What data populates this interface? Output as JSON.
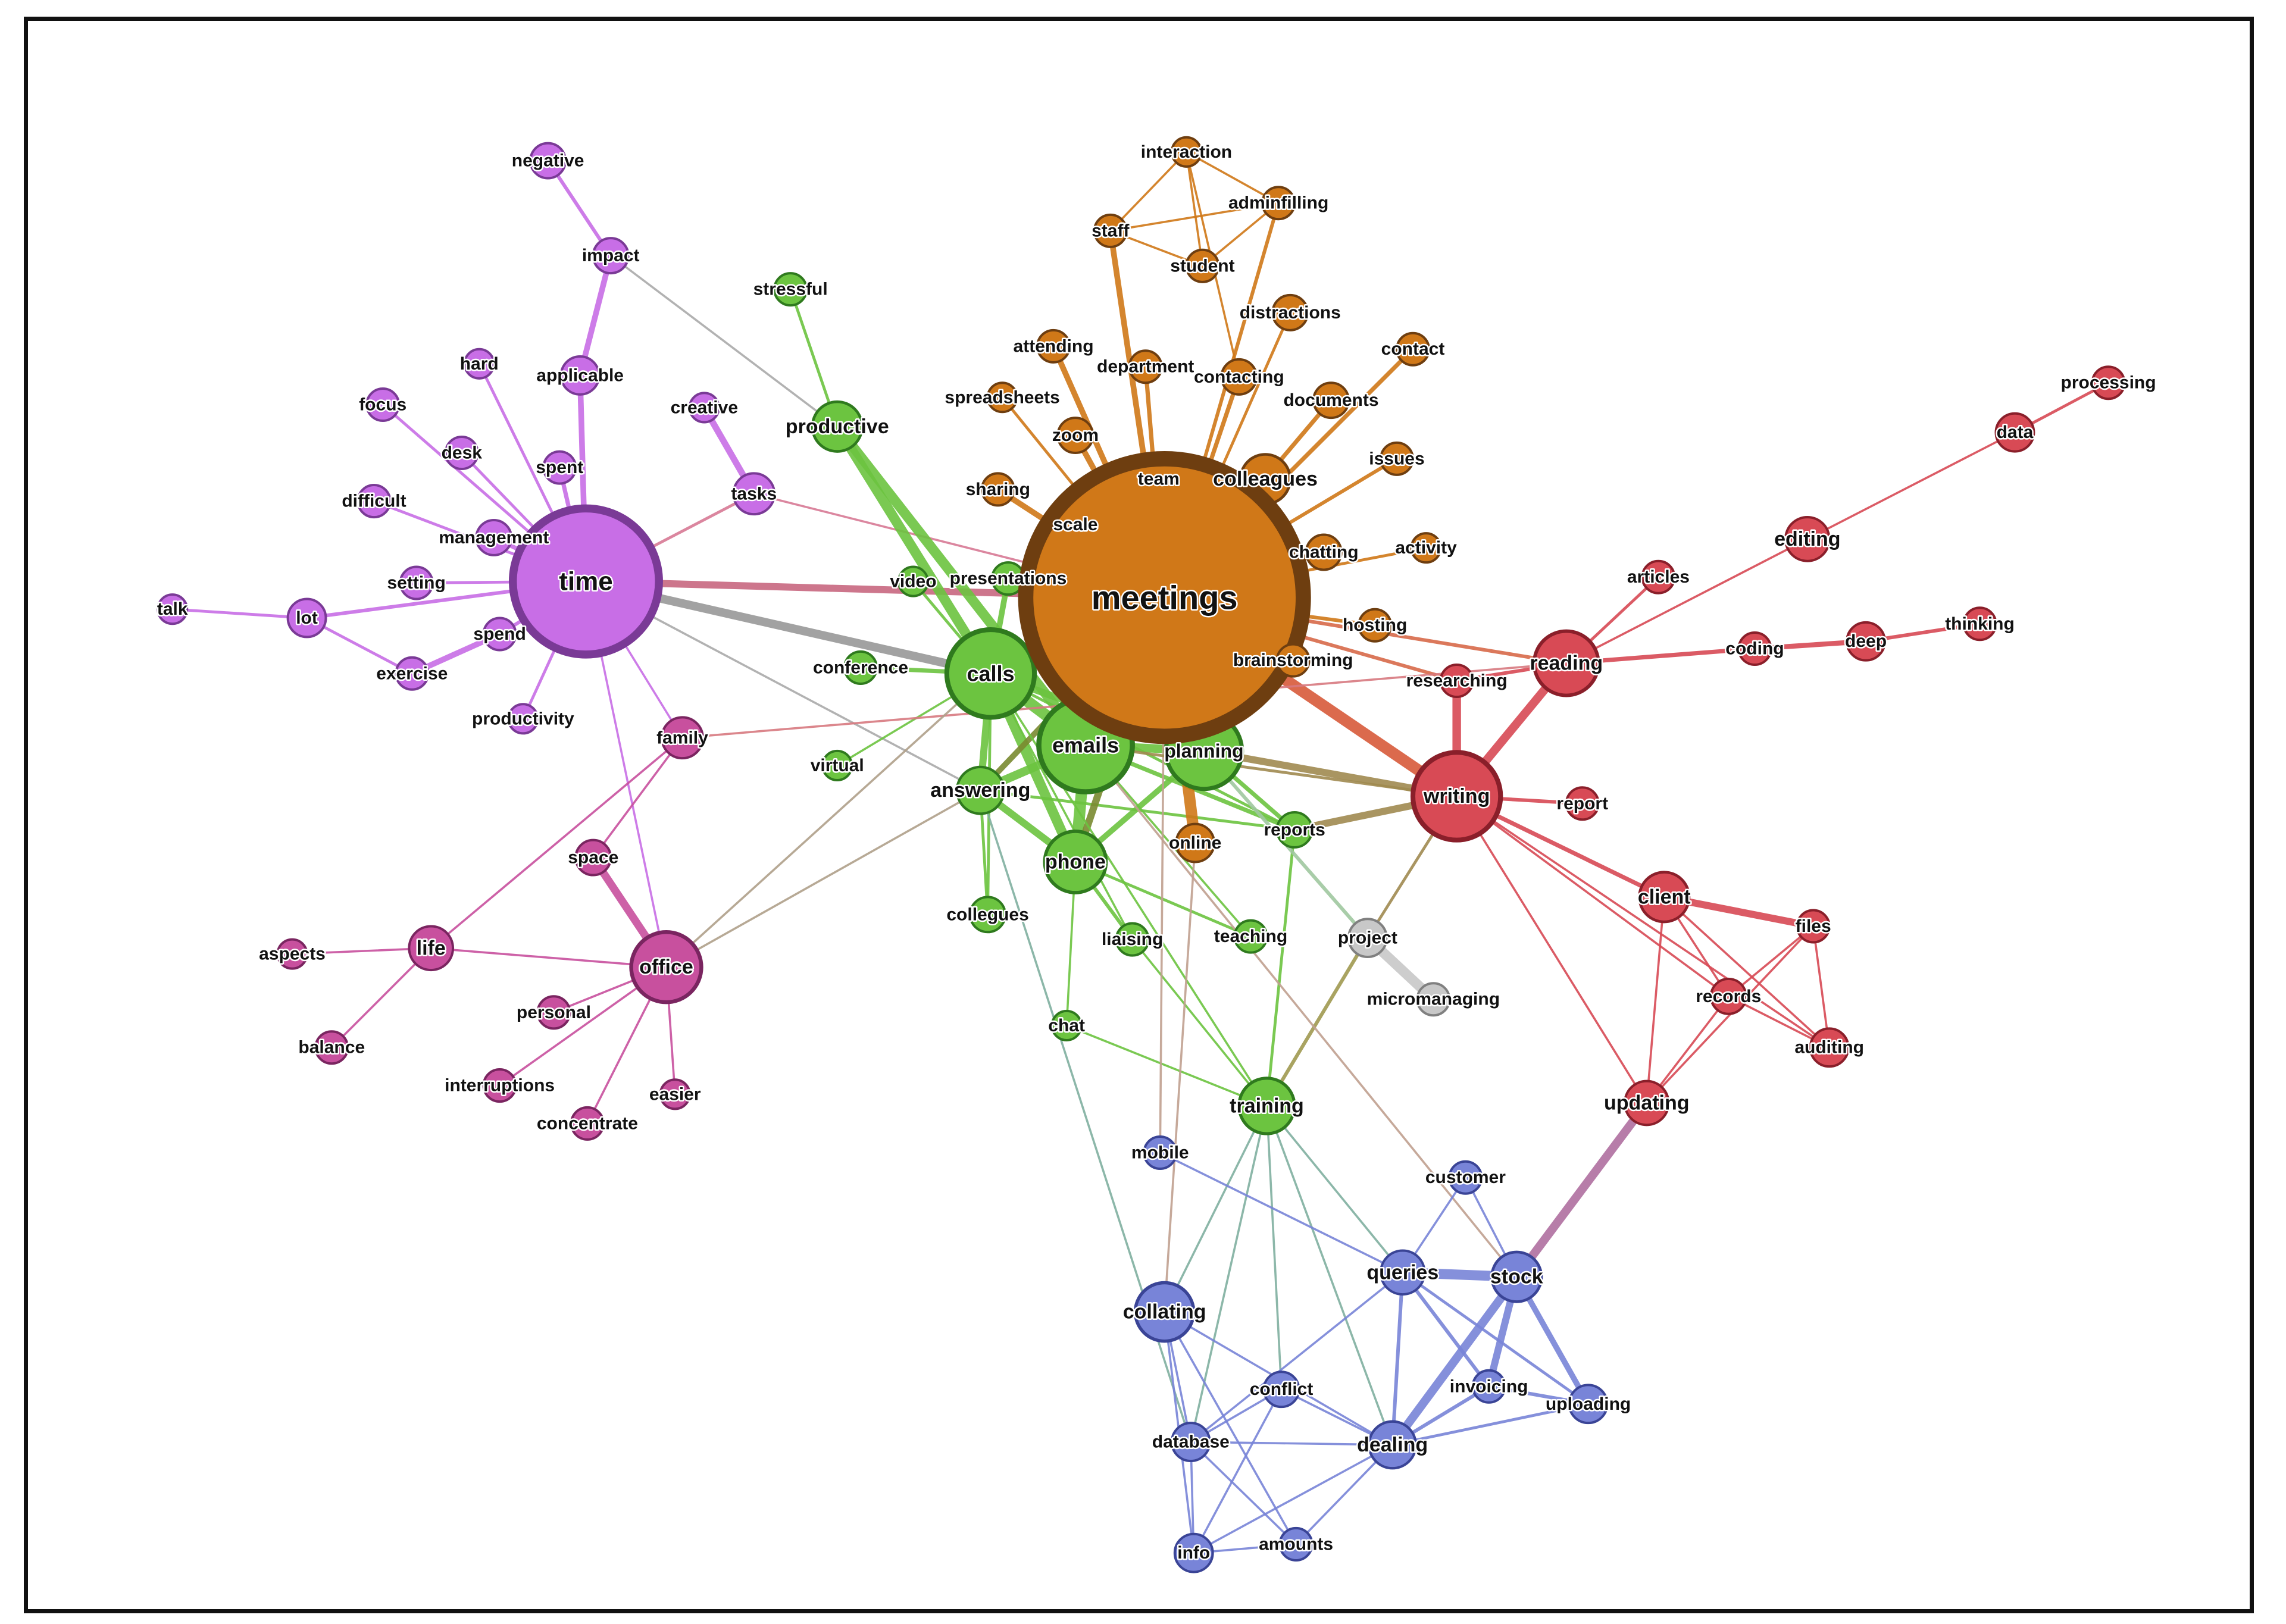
{
  "colors": {
    "purple": "#c86ee6",
    "purple_stroke": "#7a3a96",
    "green": "#6cc440",
    "green_stroke": "#2f7a1e",
    "orange": "#d07818",
    "orange_stroke": "#6e3e10",
    "red": "#d84a55",
    "red_stroke": "#8a1f2a",
    "magenta": "#c8509e",
    "magenta_stroke": "#7a2560",
    "blue": "#7884d8",
    "blue_stroke": "#3a4496",
    "gray": "#c8c8c8",
    "gray_stroke": "#808080"
  },
  "nodes": {
    "negative": "negative",
    "impact": "impact",
    "applicable": "applicable",
    "hard": "hard",
    "focus": "focus",
    "desk": "desk",
    "spent": "spent",
    "difficult": "difficult",
    "management": "management",
    "setting": "setting",
    "talk": "talk",
    "lot": "lot",
    "spend": "spend",
    "exercise": "exercise",
    "productivity": "productivity",
    "time": "time",
    "creative": "creative",
    "tasks": "tasks",
    "stressful": "stressful",
    "productive": "productive",
    "video": "video",
    "presentations": "presentations",
    "conference": "conference",
    "calls": "calls",
    "virtual": "virtual",
    "answering": "answering",
    "emails": "emails",
    "planning": "planning",
    "phone": "phone",
    "reports": "reports",
    "collegues": "collegues",
    "liaising": "liaising",
    "teaching": "teaching",
    "chat": "chat",
    "training": "training",
    "interaction": "interaction",
    "staff": "staff",
    "adminfilling": "adminfilling",
    "student": "student",
    "distractions": "distractions",
    "attending": "attending",
    "department": "department",
    "contacting": "contacting",
    "contact": "contact",
    "spreadsheets": "spreadsheets",
    "documents": "documents",
    "zoom": "zoom",
    "team": "team",
    "colleagues": "colleagues",
    "issues": "issues",
    "sharing": "sharing",
    "scale": "scale",
    "chatting": "chatting",
    "activity": "activity",
    "meetings": "meetings",
    "hosting": "hosting",
    "brainstorming": "brainstorming",
    "online": "online",
    "processing": "processing",
    "data": "data",
    "editing": "editing",
    "articles": "articles",
    "coding": "coding",
    "deep": "deep",
    "thinking": "thinking",
    "reading": "reading",
    "researching": "researching",
    "writing": "writing",
    "report": "report",
    "client": "client",
    "files": "files",
    "records": "records",
    "auditing": "auditing",
    "updating": "updating",
    "family": "family",
    "space": "space",
    "life": "life",
    "aspects": "aspects",
    "office": "office",
    "personal": "personal",
    "balance": "balance",
    "interruptions": "interruptions",
    "concentrate": "concentrate",
    "easier": "easier",
    "project": "project",
    "micromanaging": "micromanaging",
    "mobile": "mobile",
    "customer": "customer",
    "queries": "queries",
    "stock": "stock",
    "collating": "collating",
    "conflict": "conflict",
    "invoicing": "invoicing",
    "uploading": "uploading",
    "database": "database",
    "dealing": "dealing",
    "info": "info",
    "amounts": "amounts"
  }
}
